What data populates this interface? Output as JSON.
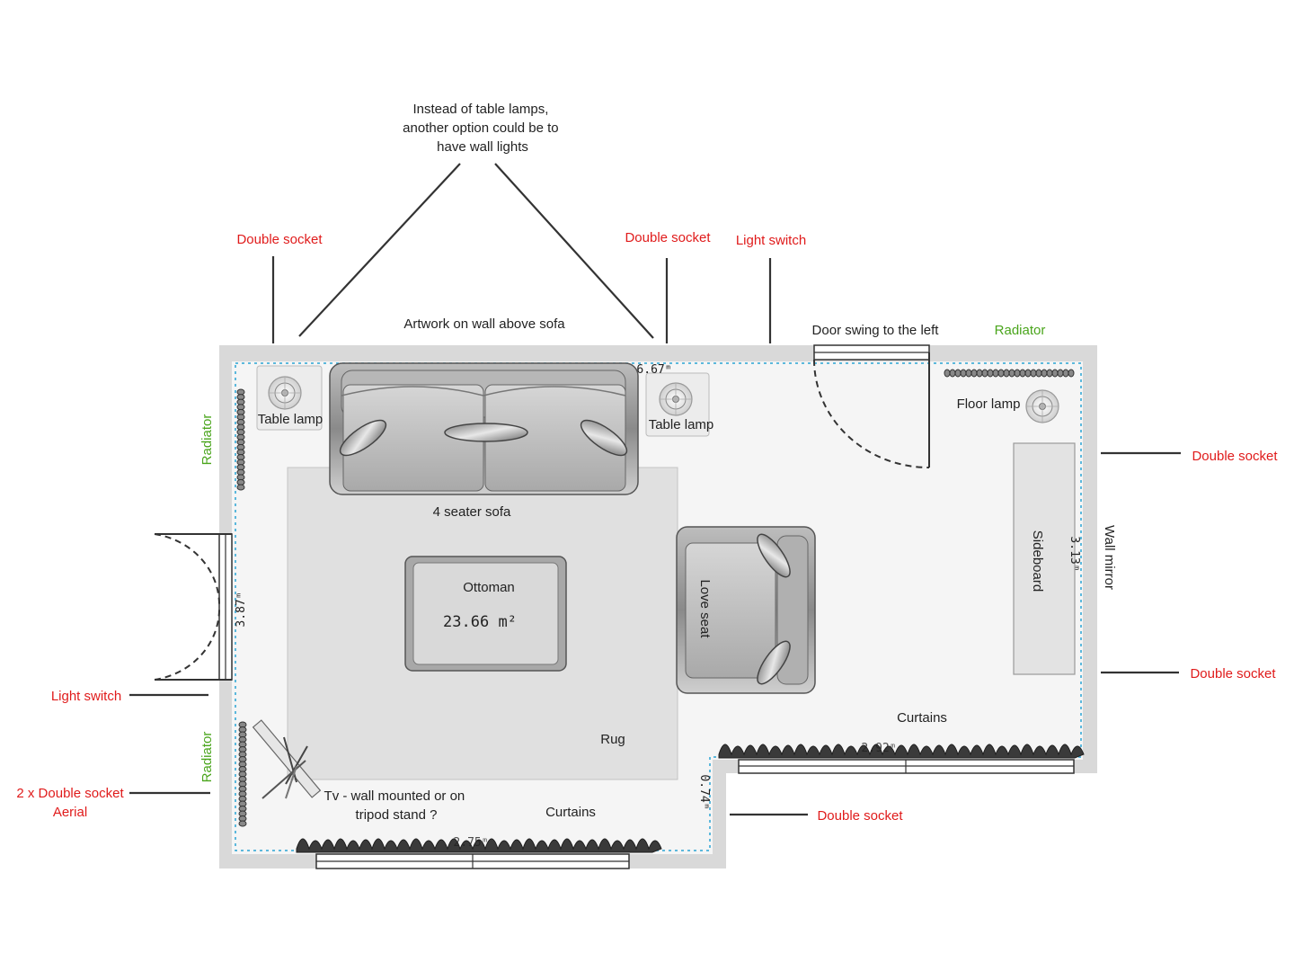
{
  "annotations": {
    "wall_lights_note": [
      "Instead of table lamps,",
      "another option could be to",
      "have wall lights"
    ],
    "double_socket": "Double socket",
    "light_switch": "Light switch",
    "radiator": "Radiator",
    "artwork": "Artwork on wall above sofa",
    "door_swing": "Door swing to the left",
    "two_double_socket": "2 x Double socket",
    "aerial": "Aerial",
    "tv_note": [
      "Tv - wall mounted or on",
      "tripod stand ?"
    ],
    "wall_mirror": "Wall mirror"
  },
  "furniture": {
    "table_lamp": "Table lamp",
    "floor_lamp": "Floor lamp",
    "sofa": "4 seater sofa",
    "ottoman": "Ottoman",
    "love_seat": "Love seat",
    "sideboard": "Sideboard",
    "rug": "Rug",
    "curtains": "Curtains"
  },
  "measurements": {
    "area": "23.66 m²",
    "top_wall": "6.67ᵐ",
    "left_wall": "3.87ᵐ",
    "right_wall": "3.13ᵐ",
    "step_wall": "0.74ᵐ",
    "bottom_right_wall": "2.92ᵐ",
    "bottom_left_wall": "2.75ᵐ"
  },
  "colors": {
    "wall": "#d9d9d9",
    "floor": "#f5f5f5",
    "rug": "#e0e0e0",
    "dimension_line": "#29a3d4",
    "socket_label": "#e01b1b",
    "radiator_label": "#4aa51c"
  }
}
